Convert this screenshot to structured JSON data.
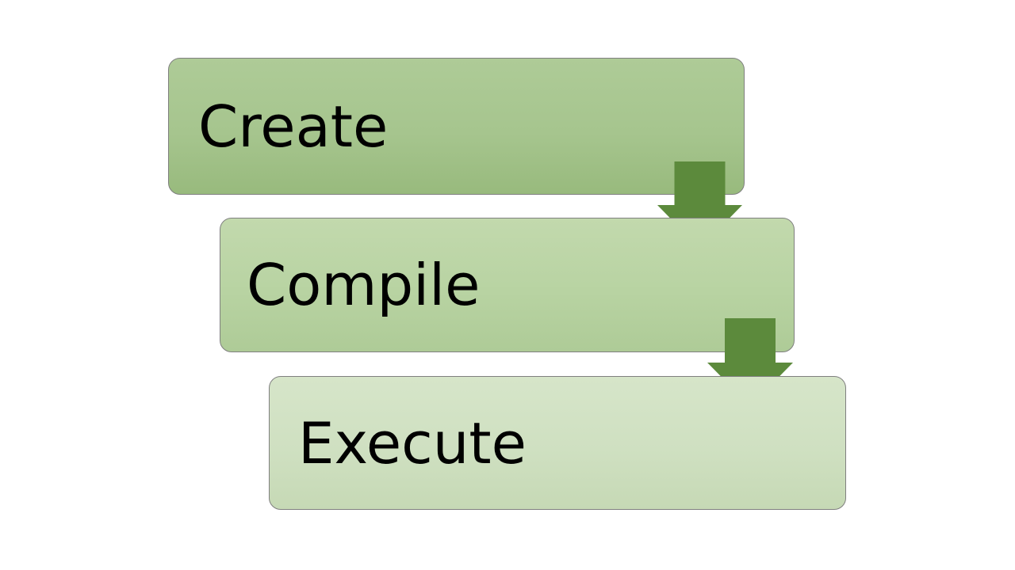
{
  "diagram": {
    "title": "Create Compile Execute process flow",
    "background_color": "#ffffff",
    "steps": [
      {
        "label": "Create",
        "fill_color": "#a6c58e",
        "border_color": "#7f7f7f",
        "text_color": "#000000"
      },
      {
        "label": "Compile",
        "fill_color": "#b8d3a2",
        "border_color": "#7f7f7f",
        "text_color": "#000000"
      },
      {
        "label": "Execute",
        "fill_color": "#cfe0c1",
        "border_color": "#7f7f7f",
        "text_color": "#000000"
      }
    ],
    "connectors": [
      {
        "icon": "down-arrow-icon",
        "from": "Create",
        "to": "Compile",
        "color": "#5c8a3c"
      },
      {
        "icon": "down-arrow-icon",
        "from": "Compile",
        "to": "Execute",
        "color": "#5c8a3c"
      }
    ]
  }
}
